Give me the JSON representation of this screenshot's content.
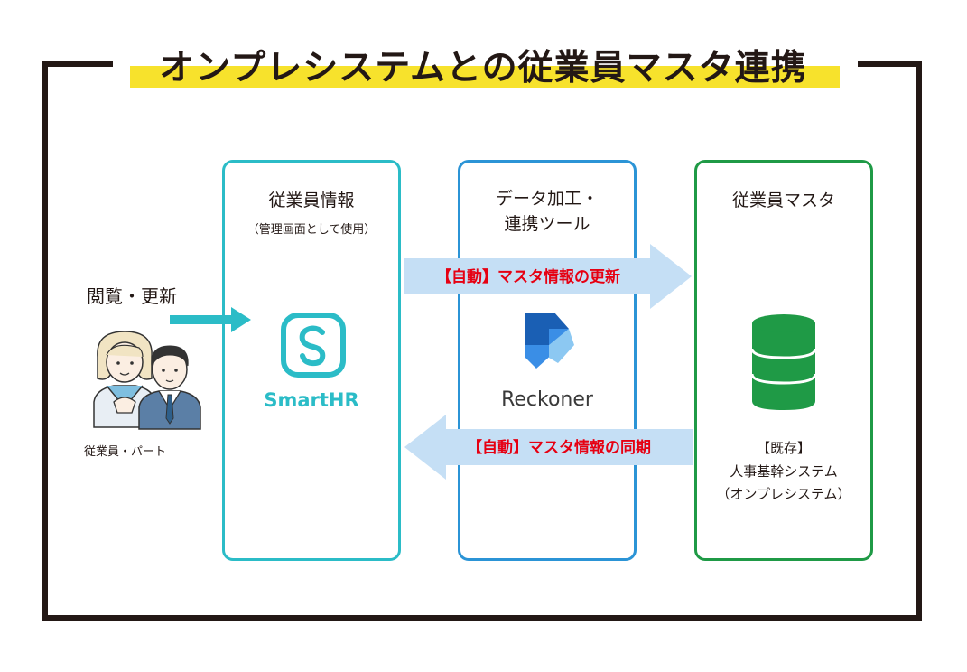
{
  "title": "オンプレシステムとの従業員マスタ連携",
  "left": {
    "action_label": "閲覧・更新",
    "users_caption": "従業員・パート"
  },
  "smarthr_box": {
    "title": "従業員情報",
    "subtitle": "（管理画面として使用）",
    "logo_text": "SmartHR"
  },
  "reckoner_box": {
    "title_line1": "データ加工・",
    "title_line2": "連携ツール",
    "logo_text": "Reckoner"
  },
  "master_box": {
    "title": "従業員マスタ",
    "caption_line1": "【既存】",
    "caption_line2": "人事基幹システム",
    "caption_line3": "（オンプレシステム）"
  },
  "arrows": {
    "update_label": "【自動】マスタ情報の更新",
    "sync_label": "【自動】マスタ情報の同期"
  },
  "colors": {
    "smarthr_teal": "#2bbcc7",
    "reckoner_blue": "#2b94d6",
    "master_green": "#1f9a46",
    "highlight_yellow": "#f7e22c",
    "arrow_fill": "#c5dff5",
    "label_red": "#e60012"
  }
}
